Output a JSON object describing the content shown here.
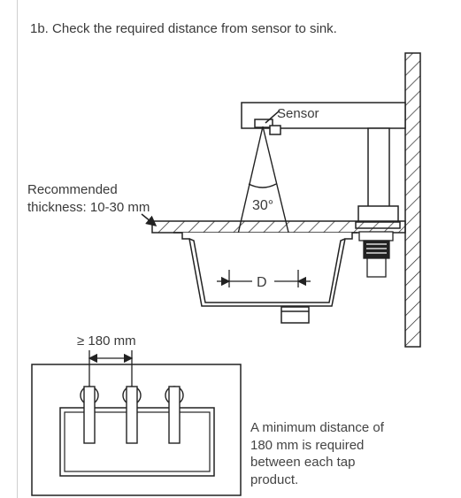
{
  "heading": "1b. Check the required distance from sensor to sink.",
  "labels": {
    "sensor": "Sensor",
    "thickness_line1": "Recommended",
    "thickness_line2": "thickness: 10-30 mm",
    "angle": "30°",
    "distance_d": "D",
    "min_spacing": "≥ 180 mm"
  },
  "note": "A minimum distance of 180 mm is required between each tap product."
}
